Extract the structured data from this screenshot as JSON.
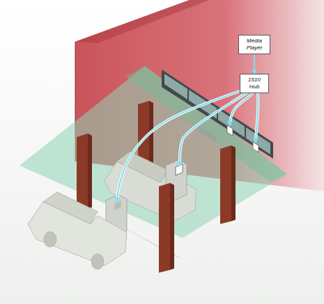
{
  "diagram": {
    "nodes": [
      {
        "text": [
          "Media Player"
        ]
      },
      {
        "text": [
          "1510 Hub"
        ]
      }
    ],
    "edges": [
      {
        "from": 0,
        "to": 1,
        "arrow": "to"
      }
    ]
  }
}
